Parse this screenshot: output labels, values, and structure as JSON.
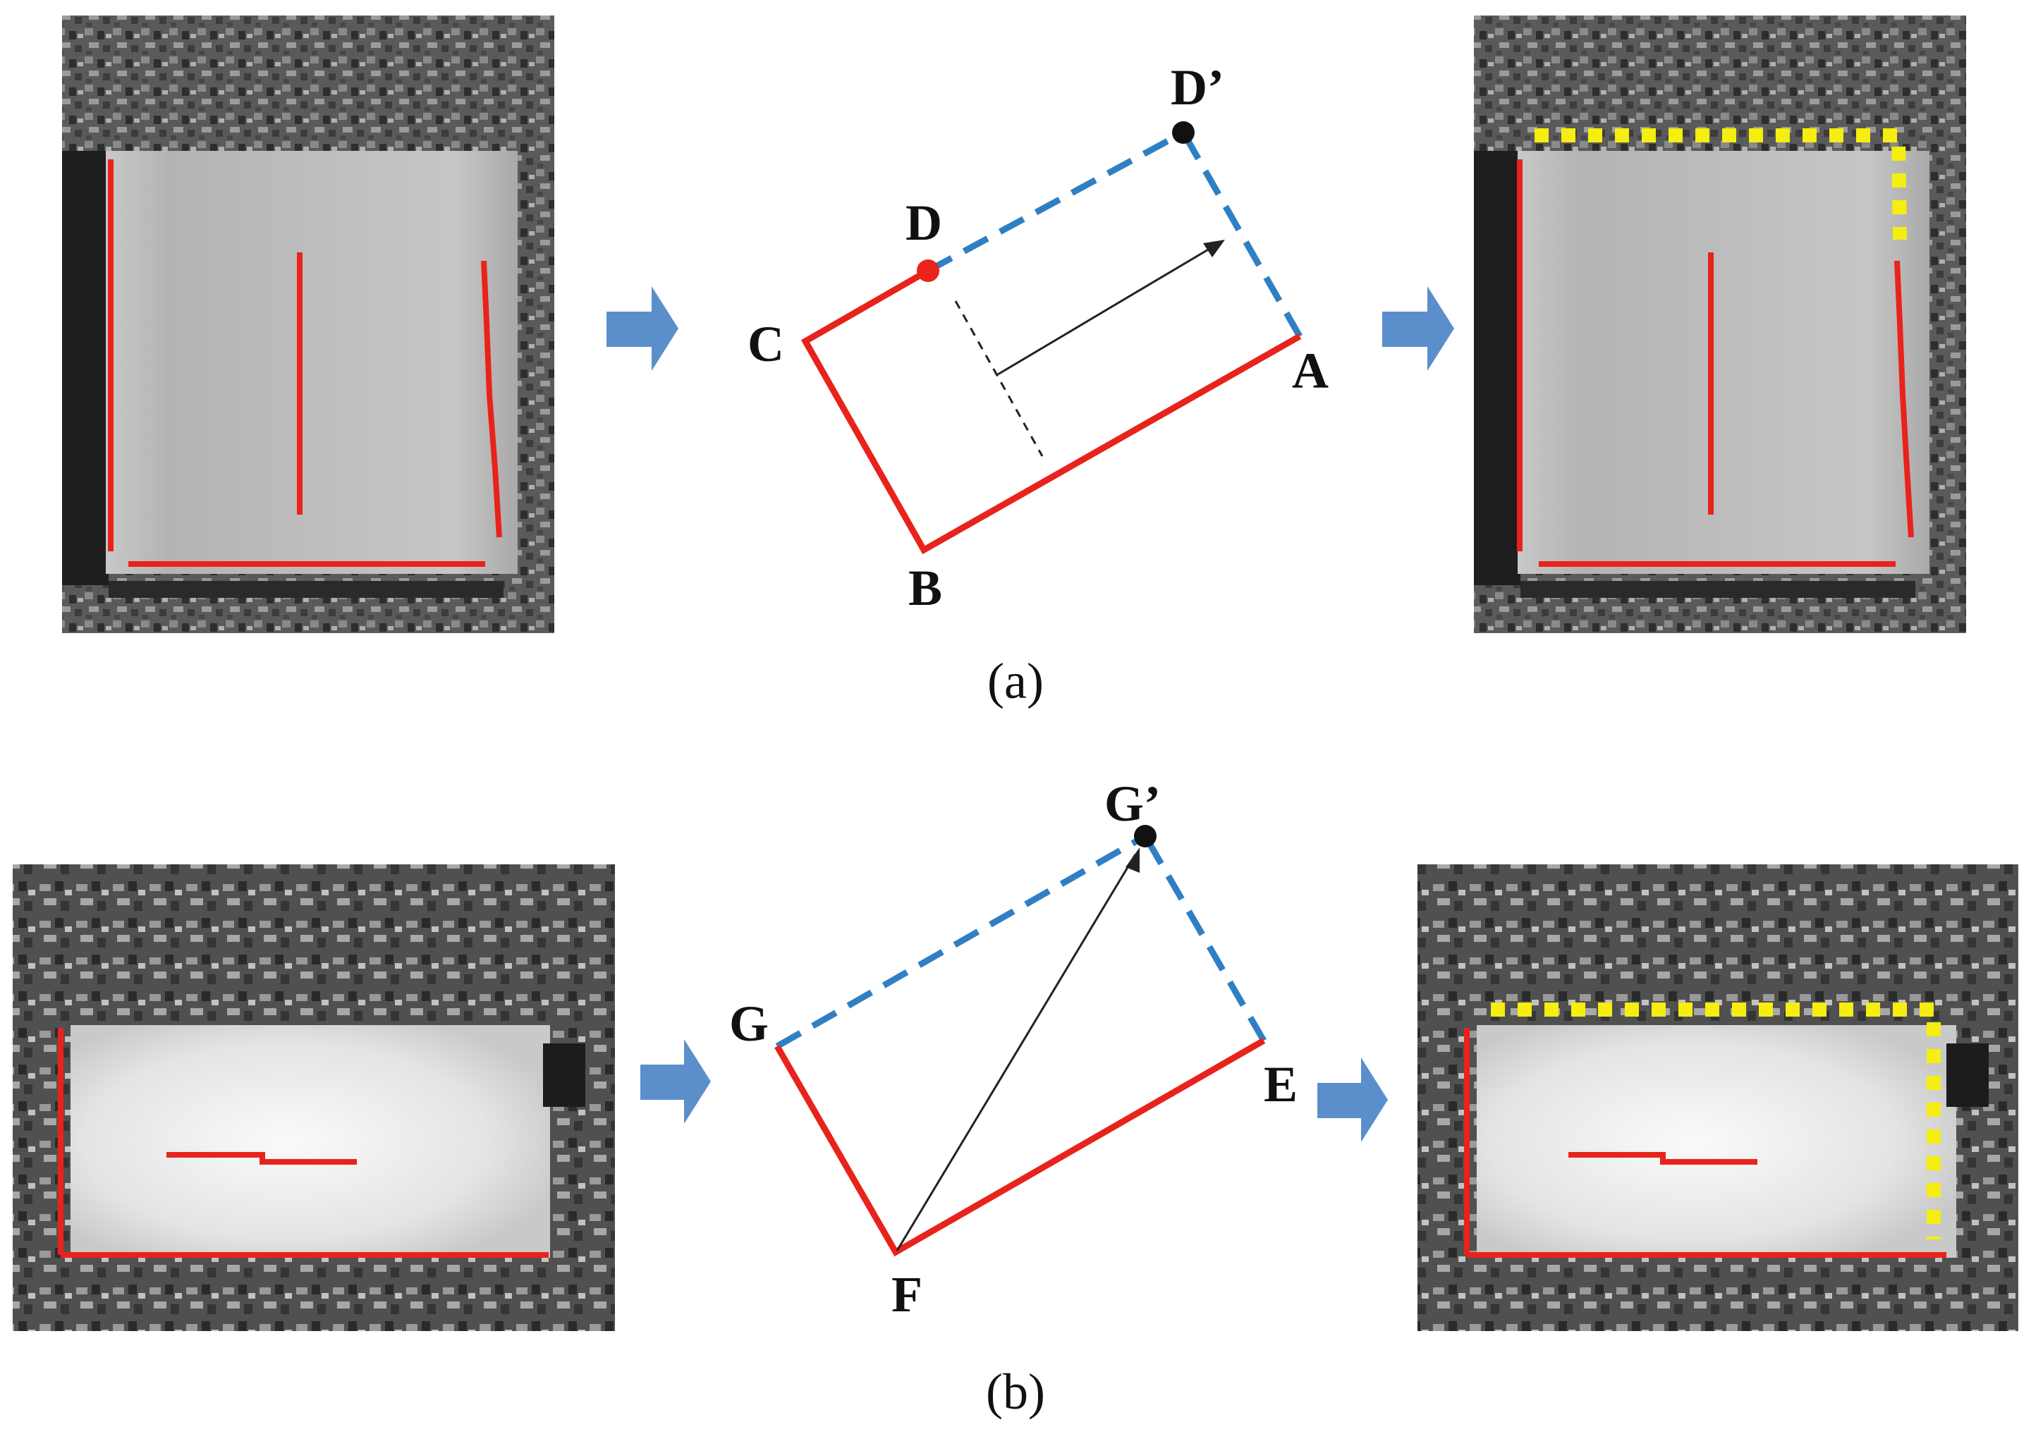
{
  "colors": {
    "red_edge": "#e8231b",
    "blue_dashed": "#2f7fc4",
    "yellow_dotted": "#f5ee10",
    "arrow_fill": "#5b8fcc",
    "vector": "#222222",
    "point_d": "#e8231b",
    "point_prime": "#111111"
  },
  "panel_a": {
    "caption": "(a)",
    "labels": {
      "a": "A",
      "b": "B",
      "c": "C",
      "d": "D",
      "d_prime": "D’"
    }
  },
  "panel_b": {
    "caption": "(b)",
    "labels": {
      "e": "E",
      "f": "F",
      "g": "G",
      "g_prime": "G’"
    }
  },
  "icons": {
    "flow_arrow": "right-arrow-icon",
    "vector_arrow": "arrow-head-icon"
  }
}
